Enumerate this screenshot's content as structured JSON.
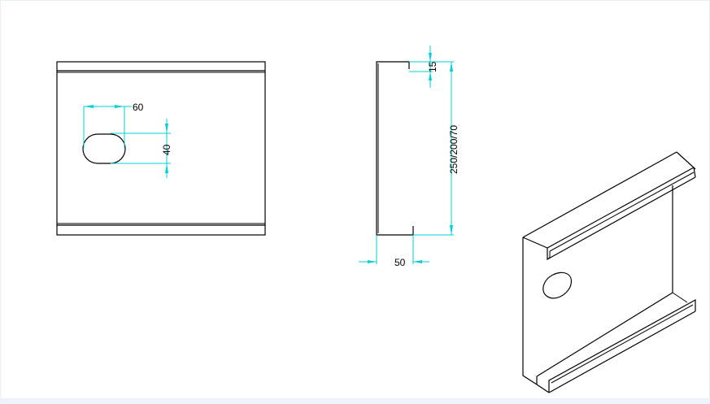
{
  "drawing": {
    "hole_width_label": "60",
    "hole_height_label": "40",
    "lip_depth_label": "15",
    "height_label": "250/200/70",
    "flange_width_label": "50"
  },
  "colors": {
    "dimension": "#00d0d0",
    "outline": "#000000",
    "background": "#ffffff",
    "frame": "#e8eef6"
  }
}
